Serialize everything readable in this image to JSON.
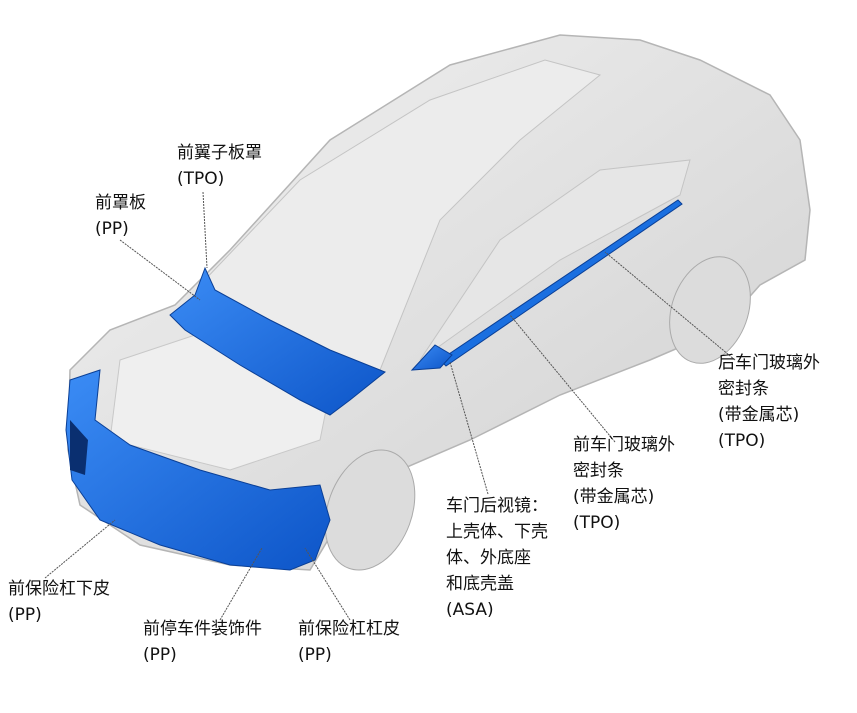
{
  "colors": {
    "highlight": "#1a6fe0",
    "body": "#e2e2e2",
    "outline": "#b5b5b5"
  },
  "labels": {
    "fender_liner": {
      "name": "前翼子板罩",
      "material": "(TPO)"
    },
    "cowl_panel": {
      "name": "前罩板",
      "material": "(PP)"
    },
    "rear_door_seal": {
      "line1": "后车门玻璃外",
      "line2": "密封条",
      "line3": "(带金属芯)",
      "material": "(TPO)"
    },
    "front_door_seal": {
      "line1": "前车门玻璃外",
      "line2": "密封条",
      "line3": "(带金属芯)",
      "material": "(TPO)"
    },
    "mirror": {
      "line1": "车门后视镜：",
      "line2": "上壳体、下壳",
      "line3": "体、外底座",
      "line4": "和底壳盖",
      "material": "(ASA)"
    },
    "lower_bumper": {
      "name": "前保险杠下皮",
      "material": "(PP)"
    },
    "parking_trim": {
      "name": "前停车件装饰件",
      "material": "(PP)"
    },
    "bumper_skin": {
      "name": "前保险杠杠皮",
      "material": "(PP)"
    }
  }
}
